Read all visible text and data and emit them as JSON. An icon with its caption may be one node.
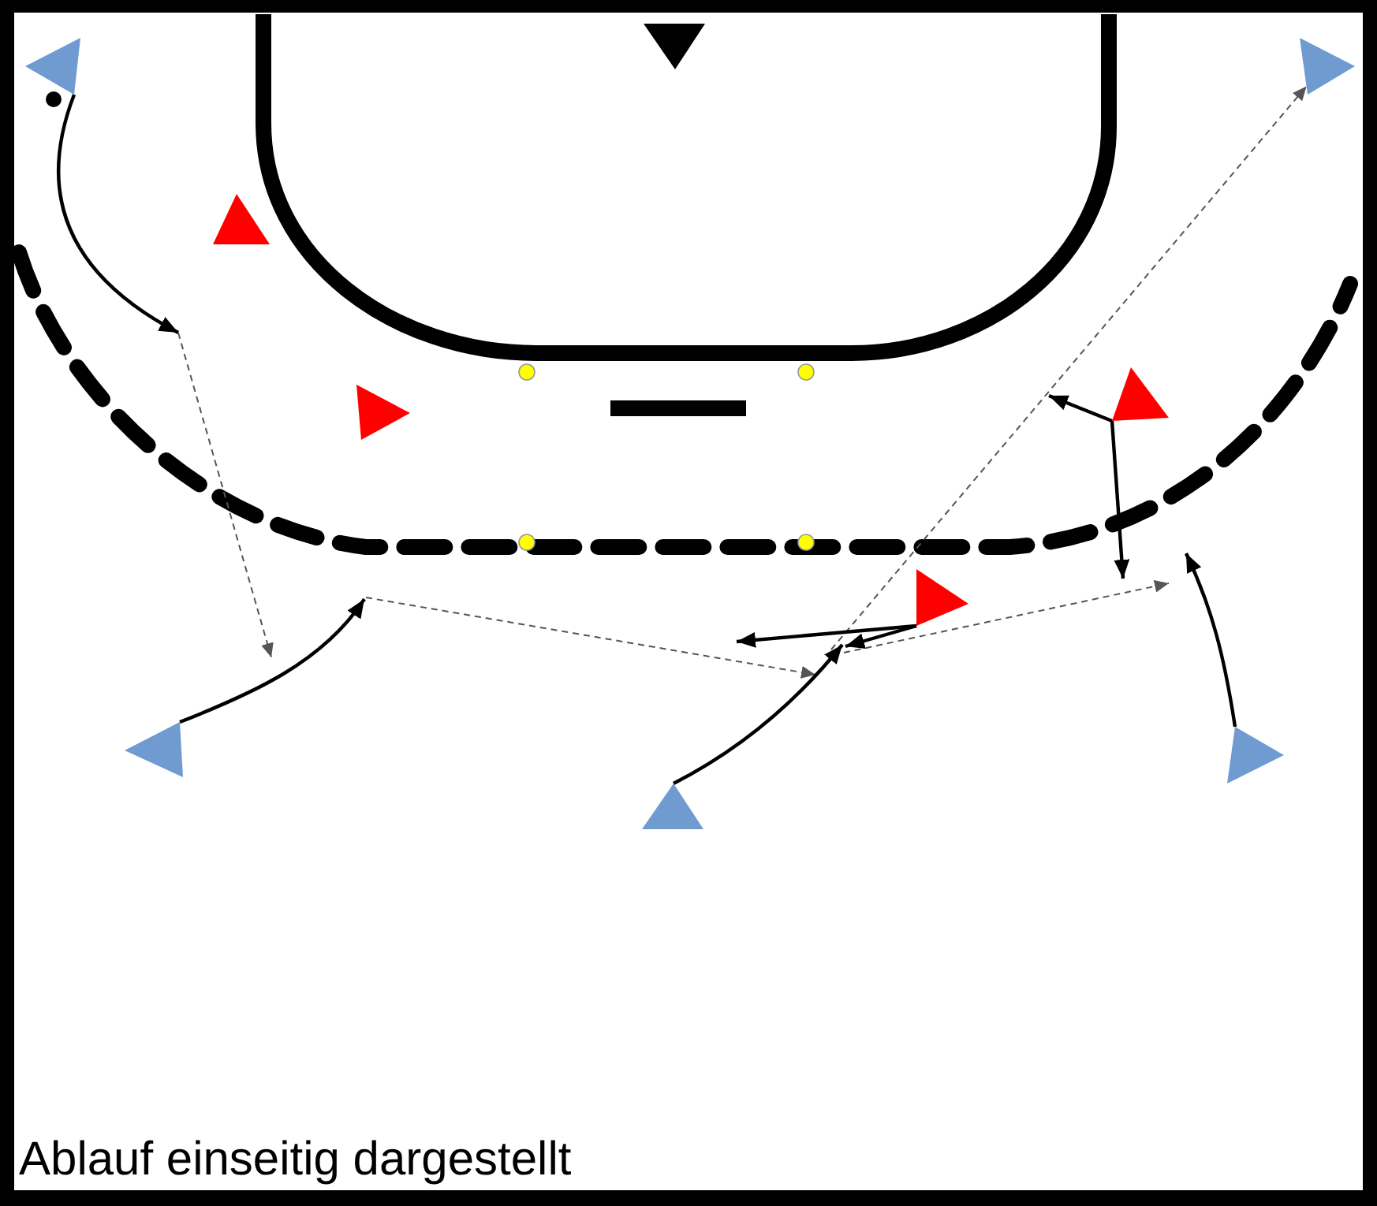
{
  "diagram": {
    "caption": "Ablauf einseitig dargestellt",
    "nodes": [
      {
        "text": [],
        "shape": "triangle"
      },
      {
        "text": [],
        "shape": "triangle"
      },
      {
        "text": [],
        "shape": "triangle"
      },
      {
        "text": [],
        "shape": "triangle"
      },
      {
        "text": [],
        "shape": "triangle"
      },
      {
        "text": [],
        "shape": "triangle"
      },
      {
        "text": [],
        "shape": "triangle"
      },
      {
        "text": [],
        "shape": "triangle"
      },
      {
        "text": [],
        "shape": "triangle"
      },
      {
        "text": [],
        "shape": "triangle"
      }
    ],
    "edges": [
      {
        "from": 0,
        "to": null,
        "arrow": "to"
      },
      {
        "from": 7,
        "to": null,
        "arrow": "to"
      },
      {
        "from": 9,
        "to": null,
        "arrow": "to"
      },
      {
        "from": null,
        "to": 2,
        "arrow": "to",
        "style": "dashed",
        "color": "#555555"
      },
      {
        "from": 6,
        "to": null,
        "arrow": "to"
      },
      {
        "from": 6,
        "to": null,
        "arrow": "to"
      },
      {
        "from": 5,
        "to": null,
        "arrow": "to"
      },
      {
        "from": 5,
        "to": null,
        "arrow": "to"
      },
      {
        "from": 8,
        "to": null,
        "arrow": "to"
      }
    ]
  }
}
